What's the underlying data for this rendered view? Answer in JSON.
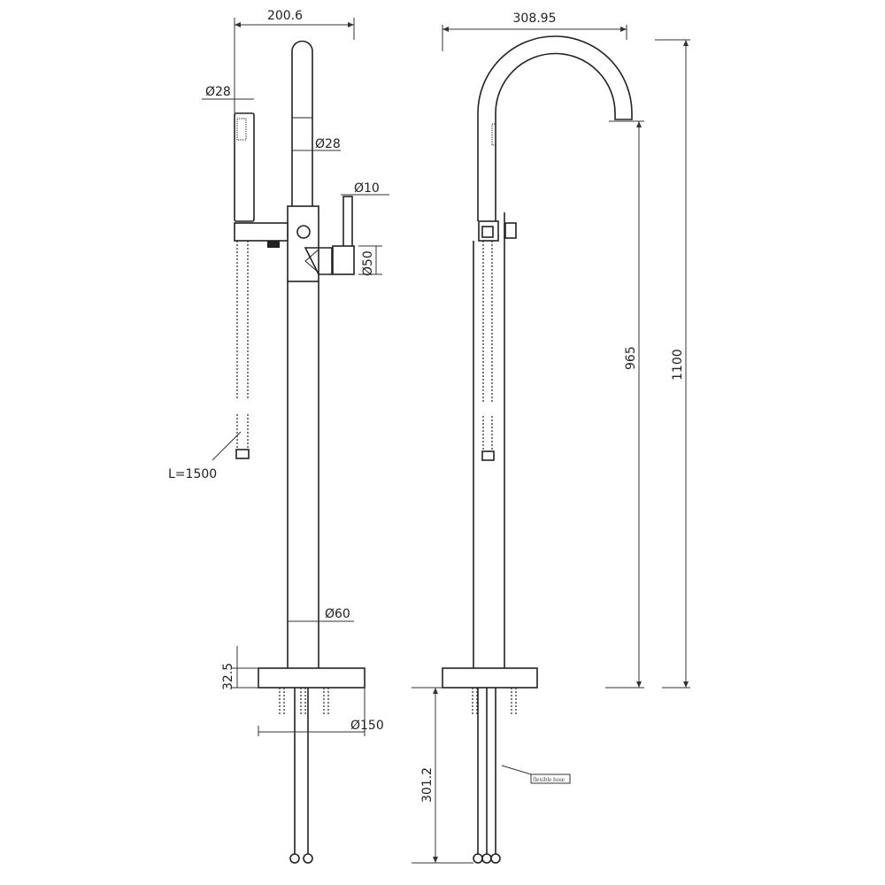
{
  "drawing": {
    "front_view": {
      "width_dim": "200.6",
      "handshower_dia": "Ø28",
      "spout_dia": "Ø28",
      "lever_dia": "Ø10",
      "handle_dia": "Ø50",
      "column_dia": "Ø60",
      "base_height": "32.5",
      "base_dia": "Ø150",
      "hose_length": "L=1500"
    },
    "side_view": {
      "reach_dim": "308.95",
      "spout_height": "965",
      "total_height": "1100",
      "supply_length": "301.2",
      "hose_label": "flexible hose"
    }
  }
}
